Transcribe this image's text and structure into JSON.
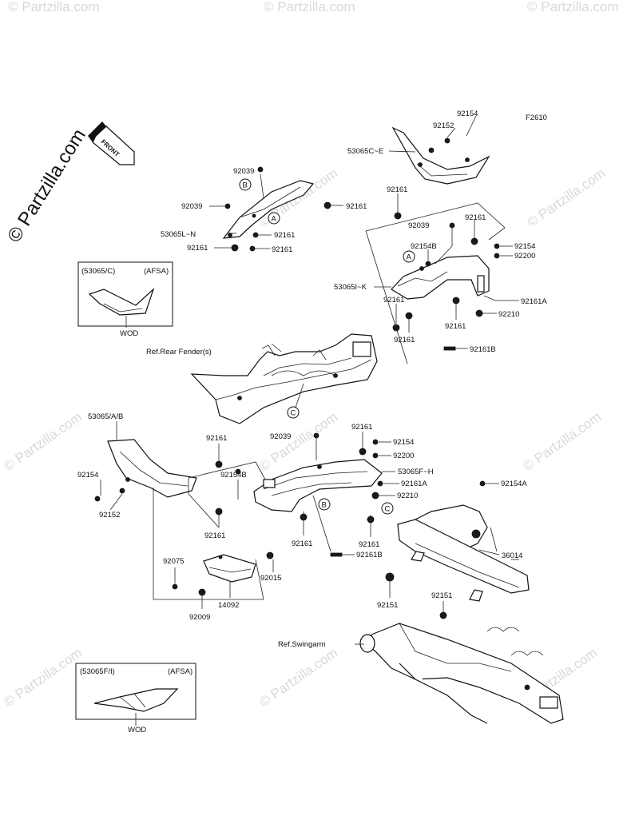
{
  "figure_code": "F2610",
  "front_label": "FRONT",
  "copyright_brand": "© Partzilla.com",
  "watermark": "© Partzilla.com",
  "ref_labels": {
    "rear_fender": "Ref.Rear Fender(s)",
    "swingarm": "Ref.Swingarm"
  },
  "callouts": {
    "a": "A",
    "b": "B",
    "c": "C"
  },
  "inset_top": {
    "header_left": "(53065/C)",
    "header_right": "(AFSA)",
    "footer": "WOD"
  },
  "inset_bottom": {
    "header_left": "(53065F/I)",
    "header_right": "(AFSA)",
    "footer": "WOD"
  },
  "part_labels": {
    "p1": "92154",
    "p2": "92152",
    "p3": "53065C~E",
    "p4": "92039",
    "p5": "92039",
    "p6": "92161",
    "p7": "53065L~N",
    "p8": "92161",
    "p9": "92161",
    "p10": "92161",
    "p11": "92161",
    "p12": "92039",
    "p13": "92161",
    "p14": "92154B",
    "p15": "92154",
    "p16": "92200",
    "p17": "53065I~K",
    "p18": "92161A",
    "p19": "92161",
    "p20": "92210",
    "p21": "92161",
    "p22": "92161",
    "p23": "92161B",
    "p24": "53065/A/B",
    "p25": "92161",
    "p26": "92039",
    "p27": "92161",
    "p28": "92154",
    "p29": "92200",
    "p30": "92154",
    "p31": "92152",
    "p32": "92154B",
    "p33": "53065F~H",
    "p34": "92161A",
    "p35": "92210",
    "p36": "92161",
    "p37": "92161",
    "p38": "92161",
    "p39": "92161B",
    "p40": "92154A",
    "p41": "92075",
    "p42": "92015",
    "p43": "14092",
    "p44": "92009",
    "p45": "36014",
    "p46": "92151",
    "p47": "92151"
  }
}
